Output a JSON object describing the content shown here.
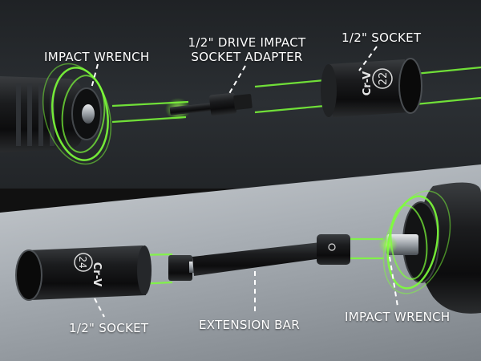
{
  "labels": {
    "impact_wrench_top": "IMPACT WRENCH",
    "adapter_line1": "1/2\" DRIVE IMPACT",
    "adapter_line2": "SOCKET ADAPTER",
    "socket_top": "1/2\" SOCKET",
    "socket_bottom": "1/2\" SOCKET",
    "extension_bar": "EXTENSION BAR",
    "impact_wrench_bottom": "IMPACT WRENCH"
  },
  "socket_markings": {
    "top_size": "22",
    "bottom_size": "24",
    "material": "Cr-V"
  },
  "colors": {
    "accent_green": "#7dff3a",
    "metal_dark": "#141414",
    "label_white": "#ffffff",
    "label_dark": "#1a1a1a"
  }
}
